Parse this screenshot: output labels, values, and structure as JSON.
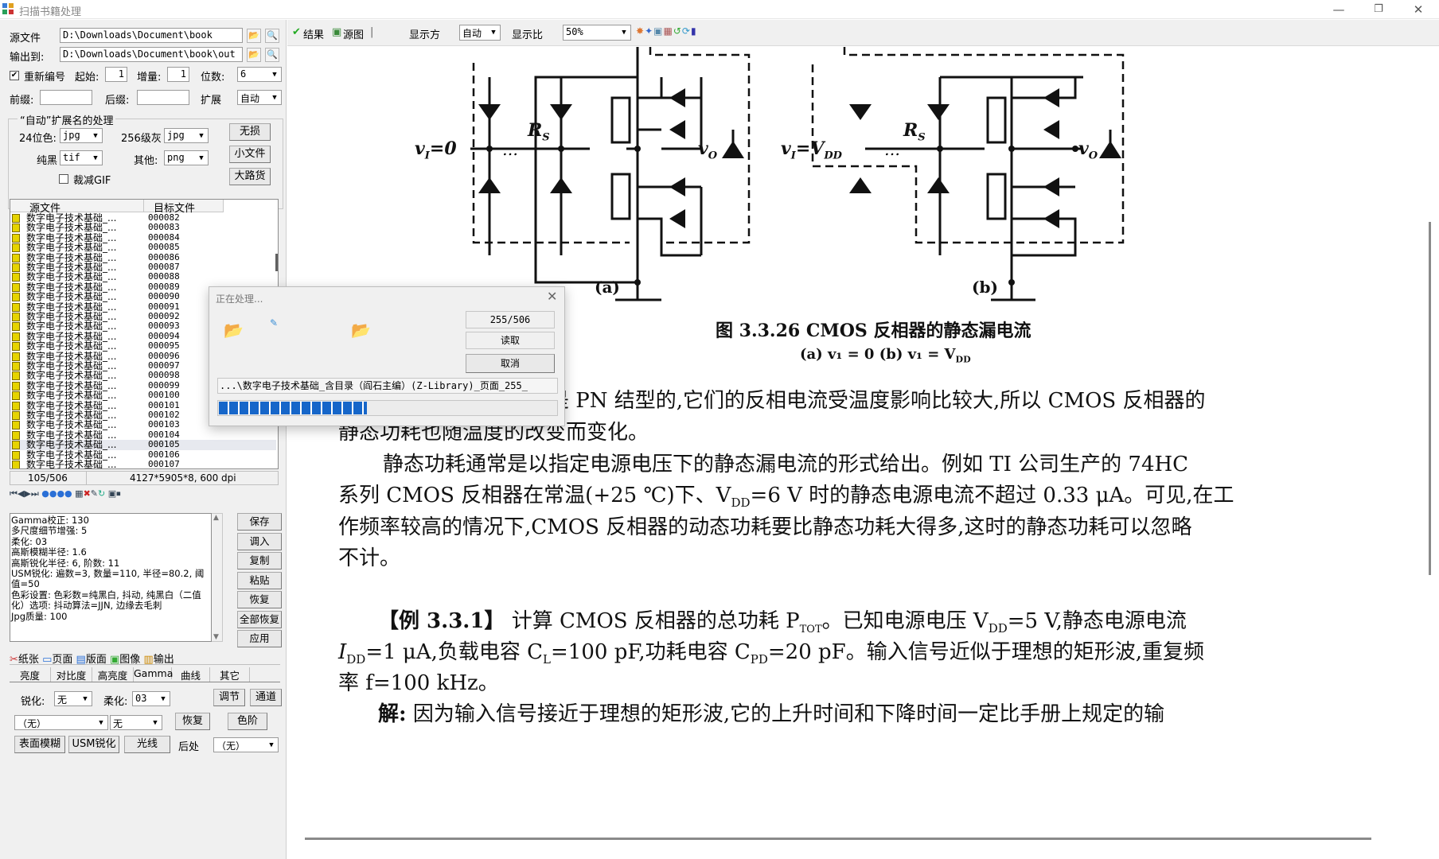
{
  "window": {
    "title": "扫描书籍处理",
    "controls": [
      "—",
      "❐",
      "✕"
    ]
  },
  "left": {
    "src_label": "源文件",
    "src_path": "D:\\Downloads\\Document\\book",
    "out_label": "输出到:",
    "out_path": "D:\\Downloads\\Document\\book\\out",
    "renumber_label": "重新编号",
    "start_label": "起始:",
    "start_value": "1",
    "incr_label": "增量:",
    "incr_value": "1",
    "digits_label": "位数:",
    "digits_value": "6",
    "prefix_label": "前缀:",
    "suffix_label": "后缀:",
    "ext_label": "扩展",
    "ext_value": "自动",
    "group_title": "“自动”扩展名的处理",
    "c24_label": "24位色:",
    "c24_value": "jpg",
    "g256_label": "256级灰",
    "g256_value": "jpg",
    "bw_label": "纯黑",
    "bw_value": "tif",
    "other_label": "其他:",
    "other_value": "png",
    "crop_gif_label": "裁减GIF",
    "btn_lossless": "无损",
    "btn_small": "小文件",
    "btn_large": "大路货",
    "col_src": "源文件",
    "col_tgt": "目标文件",
    "files": [
      {
        "src": "数字电子技术基础_...",
        "tgt": "000082"
      },
      {
        "src": "数字电子技术基础_...",
        "tgt": "000083"
      },
      {
        "src": "数字电子技术基础_...",
        "tgt": "000084"
      },
      {
        "src": "数字电子技术基础_...",
        "tgt": "000085"
      },
      {
        "src": "数字电子技术基础_...",
        "tgt": "000086"
      },
      {
        "src": "数字电子技术基础_...",
        "tgt": "000087"
      },
      {
        "src": "数字电子技术基础_...",
        "tgt": "000088"
      },
      {
        "src": "数字电子技术基础_...",
        "tgt": "000089"
      },
      {
        "src": "数字电子技术基础_...",
        "tgt": "000090"
      },
      {
        "src": "数字电子技术基础_...",
        "tgt": "000091"
      },
      {
        "src": "数字电子技术基础_...",
        "tgt": "000092"
      },
      {
        "src": "数字电子技术基础_...",
        "tgt": "000093"
      },
      {
        "src": "数字电子技术基础_...",
        "tgt": "000094"
      },
      {
        "src": "数字电子技术基础_...",
        "tgt": "000095"
      },
      {
        "src": "数字电子技术基础_...",
        "tgt": "000096"
      },
      {
        "src": "数字电子技术基础_...",
        "tgt": "000097"
      },
      {
        "src": "数字电子技术基础_...",
        "tgt": "000098"
      },
      {
        "src": "数字电子技术基础_...",
        "tgt": "000099"
      },
      {
        "src": "数字电子技术基础_...",
        "tgt": "000100"
      },
      {
        "src": "数字电子技术基础_...",
        "tgt": "000101"
      },
      {
        "src": "数字电子技术基础_...",
        "tgt": "000102"
      },
      {
        "src": "数字电子技术基础_...",
        "tgt": "000103"
      },
      {
        "src": "数字电子技术基础_...",
        "tgt": "000104"
      },
      {
        "src": "数字电子技术基础_...",
        "tgt": "000105"
      },
      {
        "src": "数字电子技术基础_...",
        "tgt": "000106"
      },
      {
        "src": "数字电子技术基础_...",
        "tgt": "000107"
      }
    ],
    "status_count": "105/506",
    "status_info": "4127*5905*8, 600 dpi",
    "params_text": "Gamma校正: 130\n多尺度细节增强: 5\n柔化: 03\n高斯模糊半径: 1.6\n高斯锐化半径: 6, 阶数: 11\nUSM锐化: 遍数=3, 数量=110, 半径=80.2, 阈值=50\n色彩设置: 色彩数=纯黑白, 抖动, 纯黑白（二值化）选项: 抖动算法=JJN, 边缘去毛刺\nJpg质量: 100",
    "side_buttons": [
      "保存",
      "调入",
      "复制",
      "粘贴",
      "恢复",
      "全部恢复",
      "应用"
    ],
    "tabs1": [
      "纸张",
      "页面",
      "版面",
      "图像",
      "输出"
    ],
    "tabs2": [
      "亮度",
      "对比度",
      "高亮度",
      "Gamma",
      "曲线",
      "其它"
    ],
    "sharpen_label": "锐化:",
    "sharpen_value": "无",
    "soften_label": "柔化:",
    "soften_value": "03",
    "btn_adjust": "调节",
    "btn_channel": "通道",
    "combo_none1": "（无）",
    "combo_none2": "无",
    "btn_restore": "恢复",
    "btn_levels": "色阶",
    "btn_surface_blur": "表面模糊",
    "btn_usm": "USM锐化",
    "btn_light": "光线",
    "post_label": "后处",
    "post_value": "（无）"
  },
  "toolbar": {
    "result": "结果",
    "source_img": "源图",
    "display_mode_label": "显示方",
    "display_mode_value": "自动",
    "ratio_label": "显示比",
    "ratio_value": "50%"
  },
  "dialog": {
    "title": "正在处理...",
    "counter": "255/506",
    "status": "读取",
    "cancel": "取消",
    "path": "...\\数字电子技术基础_含目录（阎石主编）(Z-Library)_页面_255_",
    "progress": 0.504
  },
  "page": {
    "label_a": "(a)",
    "label_b": "(b)",
    "rs_label": "R",
    "rs_sub": "S",
    "vi_a": "v",
    "vi_a_sub": "I",
    "vi_a_eq": "=0",
    "vi_b_eq": "=V",
    "vi_b_sub": "DD",
    "vo": "v",
    "vo_sub": "O",
    "caption": "图 3.3.26   CMOS 反相器的静态漏电流",
    "subcaption": "(a) v₁ = 0   (b) v₁ = V",
    "subcaption_sub": "DD",
    "p1_l1": "因为这些二极管都是 PN 结型的,它们的反相电流受温度影响比较大,所以 CMOS 反相器的",
    "p1_l2": "静态功耗也随温度的改变而变化。",
    "p2_l1": "静态功耗通常是以指定电源电压下的静态漏电流的形式给出。例如 TI 公司生产的 74HC",
    "p2_l2": "系列 CMOS 反相器在常温(+25 ℃)下、V",
    "p2_l2_sub": "DD",
    "p2_l2_tail": "=6 V 时的静态电源电流不超过 0.33 μA。可见,在工",
    "p2_l3": "作频率较高的情况下,CMOS 反相器的动态功耗要比静态功耗大得多,这时的静态功耗可以忽略",
    "p2_l4": "不计。",
    "ex_l1a": "【例 3.3.1】",
    "ex_l1b": " 计算 CMOS 反相器的总功耗 P",
    "ex_l1_sub": "TOT",
    "ex_l1c": "。已知电源电压 V",
    "ex_l1_sub2": "DD",
    "ex_l1d": "=5 V,静态电源电流",
    "ex_l2a": "I",
    "ex_l2_sub": "DD",
    "ex_l2b": "=1 μA,负载电容 C",
    "ex_l2_sub2": "L",
    "ex_l2c": "=100 pF,功耗电容 C",
    "ex_l2_sub3": "PD",
    "ex_l2d": "=20 pF。输入信号近似于理想的矩形波,重复频",
    "ex_l3": "率 f=100 kHz。",
    "sol_label": "解:",
    "sol_l1": " 因为输入信号接近于理想的矩形波,它的上升时间和下降时间一定比手册上规定的输"
  }
}
